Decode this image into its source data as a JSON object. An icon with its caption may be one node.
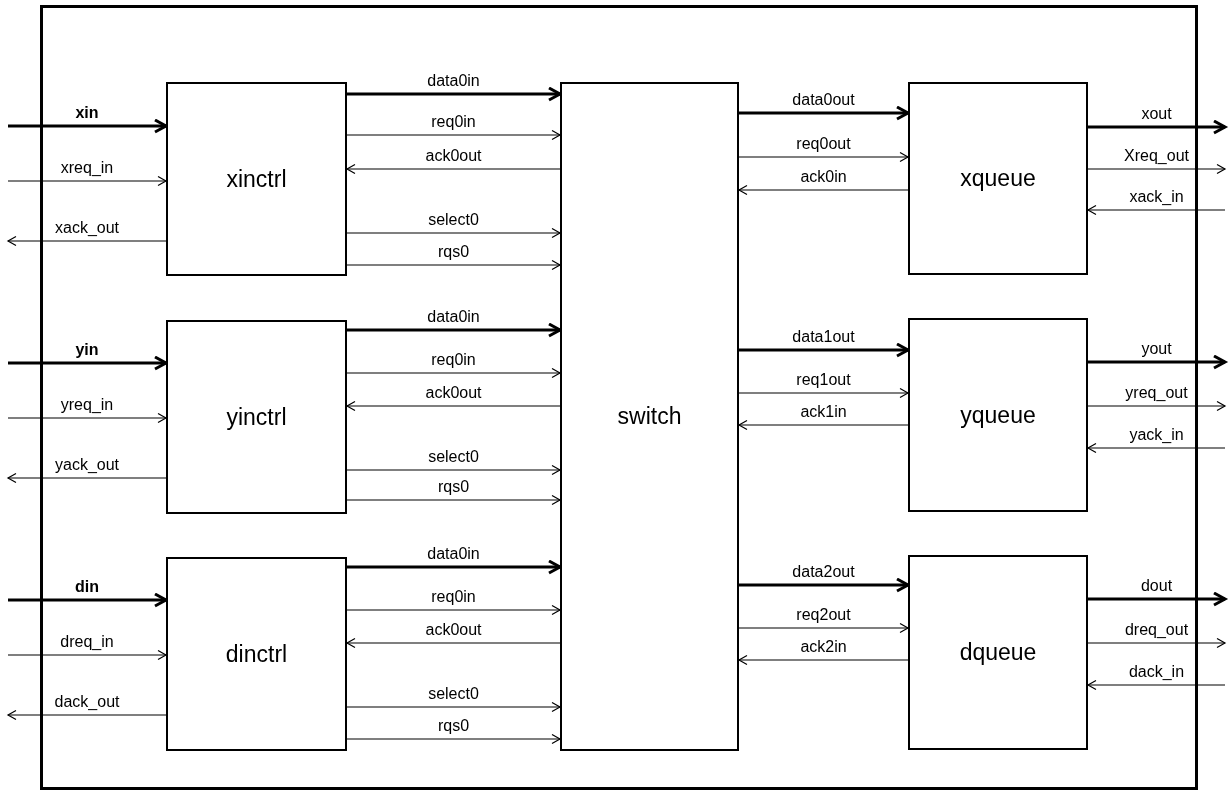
{
  "diagram": {
    "nodes": [
      {
        "text": [],
        "shape": "box"
      },
      {
        "text": [
          "xinctrl"
        ],
        "in": 0
      },
      {
        "text": [
          "yinctrl"
        ],
        "in": 0
      },
      {
        "text": [
          "dinctrl"
        ],
        "in": 0
      },
      {
        "text": [
          "switch"
        ],
        "in": 0
      },
      {
        "text": [
          "xqueue"
        ],
        "in": 0
      },
      {
        "text": [
          "yqueue"
        ],
        "in": 0
      },
      {
        "text": [
          "dqueue"
        ],
        "in": 0
      }
    ],
    "edges": [
      {
        "from": null,
        "to": 1,
        "arrow": "to",
        "label": "xin",
        "style": "thick"
      },
      {
        "from": null,
        "to": 1,
        "arrow": "to",
        "label": "xreq_in"
      },
      {
        "from": null,
        "to": 2,
        "arrow": "to",
        "label": "yin",
        "style": "thick"
      },
      {
        "from": null,
        "to": 2,
        "arrow": "to",
        "label": "yreq_in"
      },
      {
        "from": null,
        "to": 3,
        "arrow": "to",
        "label": "din",
        "style": "thick"
      },
      {
        "from": null,
        "to": 3,
        "arrow": "to",
        "label": "dreq_in"
      },
      {
        "from": null,
        "to": 5,
        "arrow": "to",
        "label": "xack_in"
      },
      {
        "from": null,
        "to": 6,
        "arrow": "to",
        "label": "yack_in"
      },
      {
        "from": null,
        "to": 7,
        "arrow": "to",
        "label": "dack_in"
      },
      {
        "from": 1,
        "to": null,
        "arrow": "to",
        "label": "xack_out"
      },
      {
        "from": 1,
        "to": 4,
        "arrow": "to",
        "label": "data0in",
        "style": "thick"
      },
      {
        "from": 1,
        "to": 4,
        "arrow": "to",
        "label": "req0in"
      },
      {
        "from": 1,
        "to": 4,
        "arrow": "to",
        "label": "select0"
      },
      {
        "from": 1,
        "to": 4,
        "arrow": "to",
        "label": "rqs0"
      },
      {
        "from": 2,
        "to": null,
        "arrow": "to",
        "label": "yack_out"
      },
      {
        "from": 2,
        "to": 4,
        "arrow": "to",
        "label": "data0in",
        "style": "thick"
      },
      {
        "from": 2,
        "to": 4,
        "arrow": "to",
        "label": "req0in"
      },
      {
        "from": 2,
        "to": 4,
        "arrow": "to",
        "label": "select0"
      },
      {
        "from": 2,
        "to": 4,
        "arrow": "to",
        "label": "rqs0"
      },
      {
        "from": 3,
        "to": null,
        "arrow": "to",
        "label": "dack_out"
      },
      {
        "from": 3,
        "to": 4,
        "arrow": "to",
        "label": "data0in",
        "style": "thick"
      },
      {
        "from": 3,
        "to": 4,
        "arrow": "to",
        "label": "req0in"
      },
      {
        "from": 3,
        "to": 4,
        "arrow": "to",
        "label": "select0"
      },
      {
        "from": 3,
        "to": 4,
        "arrow": "to",
        "label": "rqs0"
      },
      {
        "from": 4,
        "to": 1,
        "arrow": "to",
        "label": "ack0out"
      },
      {
        "from": 4,
        "to": 2,
        "arrow": "to",
        "label": "ack0out"
      },
      {
        "from": 4,
        "to": 3,
        "arrow": "to",
        "label": "ack0out"
      },
      {
        "from": 4,
        "to": 5,
        "arrow": "to",
        "label": "data0out",
        "style": "thick"
      },
      {
        "from": 4,
        "to": 5,
        "arrow": "to",
        "label": "req0out"
      },
      {
        "from": 4,
        "to": 6,
        "arrow": "to",
        "label": "data1out",
        "style": "thick"
      },
      {
        "from": 4,
        "to": 6,
        "arrow": "to",
        "label": "req1out"
      },
      {
        "from": 4,
        "to": 7,
        "arrow": "to",
        "label": "data2out",
        "style": "thick"
      },
      {
        "from": 4,
        "to": 7,
        "arrow": "to",
        "label": "req2out"
      },
      {
        "from": 5,
        "to": 4,
        "arrow": "to",
        "label": "ack0in"
      },
      {
        "from": 5,
        "to": null,
        "arrow": "to",
        "label": "xout",
        "style": "thick"
      },
      {
        "from": 5,
        "to": null,
        "arrow": "to",
        "label": "Xreq_out"
      },
      {
        "from": 6,
        "to": 4,
        "arrow": "to",
        "label": "ack1in"
      },
      {
        "from": 6,
        "to": null,
        "arrow": "to",
        "label": "yout",
        "style": "thick"
      },
      {
        "from": 6,
        "to": null,
        "arrow": "to",
        "label": "yreq_out"
      },
      {
        "from": 7,
        "to": 4,
        "arrow": "to",
        "label": "ack2in"
      },
      {
        "from": 7,
        "to": null,
        "arrow": "to",
        "label": "dout",
        "style": "thick"
      },
      {
        "from": 7,
        "to": null,
        "arrow": "to",
        "label": "dreq_out"
      }
    ]
  }
}
